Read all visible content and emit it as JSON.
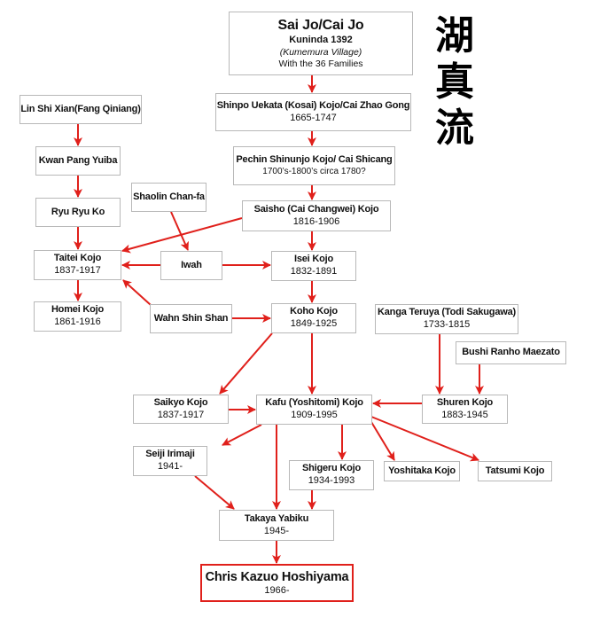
{
  "title_kanji": [
    "湖",
    "真",
    "流"
  ],
  "colors": {
    "arrow": "#e0201b",
    "box_border": "#b8b8b8",
    "highlight_border": "#e0201b"
  },
  "nodes": {
    "saijo": {
      "name": "Sai Jo/Cai Jo",
      "lines": [
        {
          "text": "Kuninda 1392",
          "style": "bold"
        },
        {
          "text": "(Kumemura Village)",
          "style": "italic"
        },
        {
          "text": "With the 36 Families",
          "style": ""
        }
      ]
    },
    "shinpo": {
      "name": "Shinpo Uekata (Kosai) Kojo/Cai Zhao Gong",
      "dates": "1665-1747"
    },
    "pechin": {
      "name": "Pechin Shinunjo Kojo/ Cai Shicang",
      "dates": "1700’s-1800’s circa 1780?"
    },
    "saisho": {
      "name": "Saisho (Cai Changwei) Kojo",
      "dates": "1816-1906"
    },
    "linshi": {
      "name": "Lin Shi Xian(Fang Qiniang)"
    },
    "kwan": {
      "name": "Kwan Pang Yuiba"
    },
    "ryu": {
      "name": "Ryu Ryu Ko"
    },
    "shaolin": {
      "name": "Shaolin Chan-fa"
    },
    "taitei": {
      "name": "Taitei Kojo",
      "dates": "1837-1917"
    },
    "iwah": {
      "name": "Iwah"
    },
    "isei": {
      "name": "Isei Kojo",
      "dates": "1832-1891"
    },
    "homei": {
      "name": "Homei Kojo",
      "dates": "1861-1916"
    },
    "wahn": {
      "name": "Wahn Shin Shan"
    },
    "koho": {
      "name": "Koho Kojo",
      "dates": "1849-1925"
    },
    "kanga": {
      "name": "Kanga Teruya (Todi Sakugawa)",
      "dates": "1733-1815"
    },
    "bushi": {
      "name": "Bushi Ranho Maezato"
    },
    "saikyo": {
      "name": "Saikyo Kojo",
      "dates": "1837-1917"
    },
    "kafu": {
      "name": "Kafu (Yoshitomi) Kojo",
      "dates": "1909-1995"
    },
    "shuren": {
      "name": "Shuren Kojo",
      "dates": "1883-1945"
    },
    "seiji": {
      "name": "Seiji Irimaji",
      "dates": "1941-"
    },
    "shigeru": {
      "name": "Shigeru Kojo",
      "dates": "1934-1993"
    },
    "yoshitaka": {
      "name": "Yoshitaka Kojo"
    },
    "tatsumi": {
      "name": "Tatsumi Kojo"
    },
    "takaya": {
      "name": "Takaya Yabiku",
      "dates": "1945-"
    },
    "chris": {
      "name": "Chris Kazuo Hoshiyama",
      "dates": "1966-"
    }
  },
  "edges": [
    {
      "from": "saijo",
      "to": "shinpo"
    },
    {
      "from": "shinpo",
      "to": "pechin"
    },
    {
      "from": "pechin",
      "to": "saisho"
    },
    {
      "from": "saisho",
      "to": "isei"
    },
    {
      "from": "saisho",
      "to": "taitei"
    },
    {
      "from": "linshi",
      "to": "kwan"
    },
    {
      "from": "kwan",
      "to": "ryu"
    },
    {
      "from": "ryu",
      "to": "taitei"
    },
    {
      "from": "shaolin",
      "to": "iwah"
    },
    {
      "from": "iwah",
      "to": "taitei"
    },
    {
      "from": "iwah",
      "to": "isei"
    },
    {
      "from": "taitei",
      "to": "homei"
    },
    {
      "from": "wahn",
      "to": "taitei"
    },
    {
      "from": "wahn",
      "to": "koho"
    },
    {
      "from": "isei",
      "to": "koho"
    },
    {
      "from": "koho",
      "to": "saikyo"
    },
    {
      "from": "koho",
      "to": "kafu"
    },
    {
      "from": "kanga",
      "to": "shuren"
    },
    {
      "from": "bushi",
      "to": "shuren"
    },
    {
      "from": "shuren",
      "to": "kafu"
    },
    {
      "from": "saikyo",
      "to": "kafu"
    },
    {
      "from": "kafu",
      "to": "seiji"
    },
    {
      "from": "kafu",
      "to": "shigeru"
    },
    {
      "from": "kafu",
      "to": "yoshitaka"
    },
    {
      "from": "kafu",
      "to": "tatsumi"
    },
    {
      "from": "kafu",
      "to": "takaya"
    },
    {
      "from": "seiji",
      "to": "takaya"
    },
    {
      "from": "shigeru",
      "to": "takaya"
    },
    {
      "from": "takaya",
      "to": "chris"
    }
  ]
}
